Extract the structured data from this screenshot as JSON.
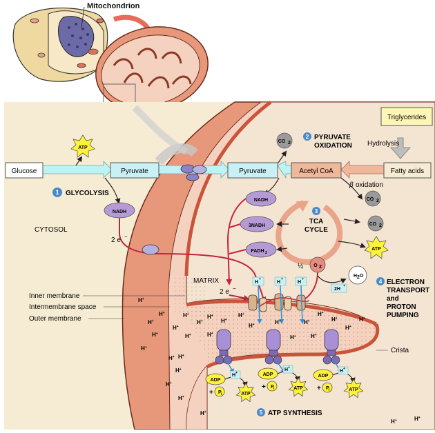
{
  "header": {
    "mitochondrion": "Mitochondrion"
  },
  "pathway": {
    "glucose": "Glucose",
    "pyruvate_cyto": "Pyruvate",
    "pyruvate_matrix": "Pyruvate",
    "acetyl_coa": "Acetyl CoA",
    "fatty_acids": "Fatty acids",
    "triglycerides": "Triglycerides",
    "hydrolysis": "Hydrolysis",
    "beta_symbol": "β",
    "oxidation": "oxidation"
  },
  "steps": {
    "s1_num": "1",
    "s1_label": "GLYCOLYSIS",
    "s2_num": "2",
    "s2_line1": "PYRUVATE",
    "s2_line2": "OXIDATION",
    "s3_num": "3",
    "s3_line1": "TCA",
    "s3_line2": "CYCLE",
    "s4_num": "4",
    "s4_line1": "ELECTRON",
    "s4_line2": "TRANSPORT",
    "s4_line3": "and",
    "s4_line4": "PROTON",
    "s4_line5": "PUMPING",
    "s5_num": "5",
    "s5_label": "ATP SYNTHESIS"
  },
  "molecules": {
    "atp": "ATP",
    "nadh": "NADH",
    "nadh3": "3NADH",
    "fadh_base": "FADH",
    "fadh_sub": "2",
    "co2_base": "CO",
    "co2_sub": "2",
    "adp": "ADP",
    "pi_base": "P",
    "pi_sub": "i",
    "plus": "+",
    "o2_half": "½",
    "o2_base": "O",
    "o2_sub": "2",
    "h2o_h": "H",
    "h2o_sub": "2",
    "h2o_o": "O",
    "two_h": "2H",
    "h_base": "H",
    "h_sup": "+",
    "e_pre": "2 e",
    "e_sup": "−"
  },
  "regions": {
    "cytosol": "CYTOSOL",
    "matrix": "MATRIX",
    "crista": "Crista",
    "inner_membrane": "Inner membrane",
    "intermembrane_space": "Intermembrane space",
    "outer_membrane": "Outer membrane"
  },
  "colors": {
    "cytosol": "#f6ecd3",
    "outer_membrane": "#e7987a",
    "intermembrane": "#f4d2bf",
    "matrix": "#f4e4d2",
    "purple": "#b59ad6",
    "yellow": "#fff23a",
    "cyan_box": "#c9f1f5",
    "pathway_arrow": "#bff2f2",
    "salmon_box": "#f0b89a",
    "grey_ball": "#9a9a9a",
    "red_arrow": "#c4243c",
    "step_circle": "#4b8ac9"
  }
}
